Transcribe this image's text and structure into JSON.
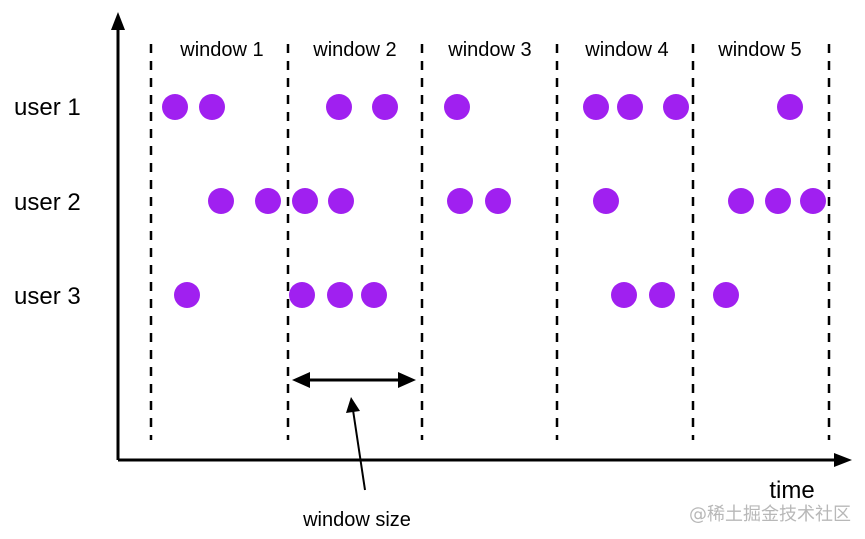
{
  "windows": [
    {
      "label": "window 1"
    },
    {
      "label": "window 2"
    },
    {
      "label": "window 3"
    },
    {
      "label": "window 4"
    },
    {
      "label": "window 5"
    }
  ],
  "users": [
    {
      "label": "user 1"
    },
    {
      "label": "user 2"
    },
    {
      "label": "user 3"
    }
  ],
  "axis": {
    "time_label": "time"
  },
  "annotation": {
    "window_size_label": "window size"
  },
  "watermark": {
    "text": "@稀土掘金技术社区"
  },
  "colors": {
    "event": "#a020f0",
    "line": "#000000",
    "watermark": "#b8b8b8"
  }
}
